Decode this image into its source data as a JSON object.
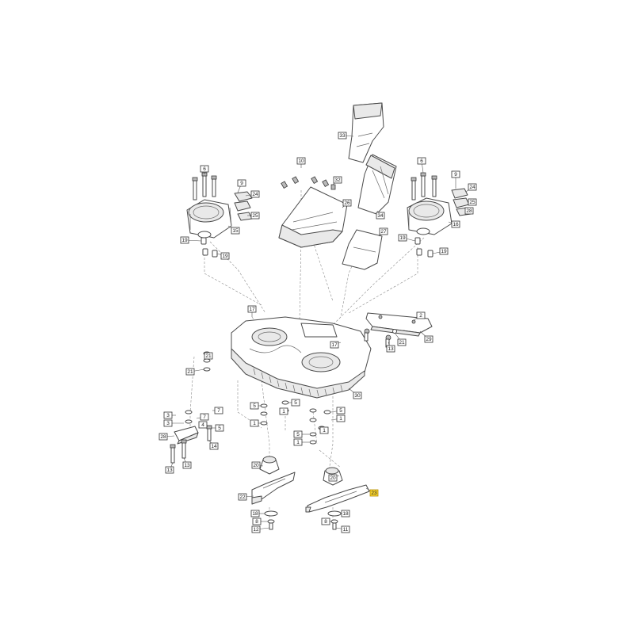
{
  "highlight_color": "#f6d22e",
  "callout_labels": [
    "33",
    "10",
    "32",
    "6",
    "9",
    "24",
    "25",
    "28",
    "15",
    "16",
    "19",
    "2",
    "17",
    "13",
    "21",
    "29",
    "30",
    "3",
    "7",
    "5",
    "1",
    "4",
    "14",
    "20",
    "22",
    "23",
    "18",
    "8",
    "12",
    "11",
    "26",
    "27",
    "34"
  ],
  "highlighted_label": "23"
}
